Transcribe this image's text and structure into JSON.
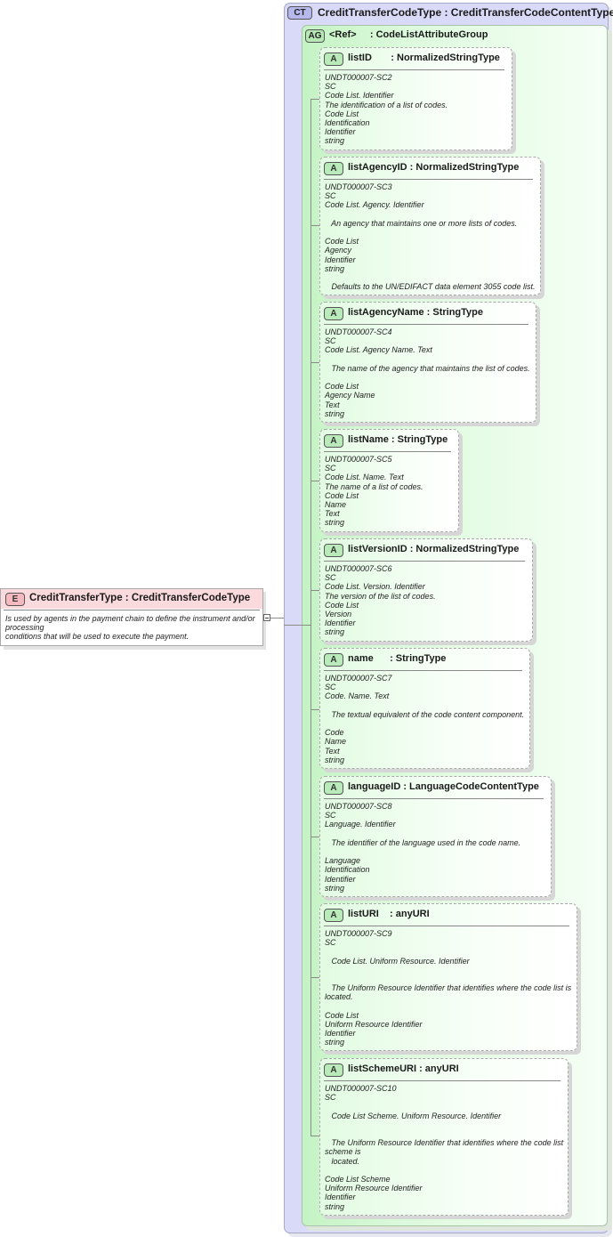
{
  "complex_type": {
    "badge": "CT",
    "title": "CreditTransferCodeType : CreditTransferCodeContentType"
  },
  "attribute_group": {
    "badge": "AG",
    "title": "<Ref>     : CodeListAttributeGroup"
  },
  "element": {
    "badge": "E",
    "title": "CreditTransferType : CreditTransferCodeType",
    "documentation": "Is used by agents in the payment chain to define the instrument and/or\nprocessing\nconditions that will be used to execute the payment."
  },
  "attributes": [
    {
      "badge": "A",
      "title": "listID       : NormalizedStringType",
      "doc": "UNDT000007-SC2\nSC\nCode List. Identifier\nThe identification of a list of codes.\nCode List\nIdentification\nIdentifier\nstring"
    },
    {
      "badge": "A",
      "title": "listAgencyID : NormalizedStringType",
      "doc": "UNDT000007-SC3\nSC\nCode List. Agency. Identifier\n\n   An agency that maintains one or more lists of codes.\n\nCode List\nAgency\nIdentifier\nstring\n\n   Defaults to the UN/EDIFACT data element 3055 code list."
    },
    {
      "badge": "A",
      "title": "listAgencyName : StringType",
      "doc": "UNDT000007-SC4\nSC\nCode List. Agency Name. Text\n\n   The name of the agency that maintains the list of codes.\n\nCode List\nAgency Name\nText\nstring"
    },
    {
      "badge": "A",
      "title": "listName : StringType",
      "doc": "UNDT000007-SC5\nSC\nCode List. Name. Text\nThe name of a list of codes.\nCode List\nName\nText\nstring"
    },
    {
      "badge": "A",
      "title": "listVersionID : NormalizedStringType",
      "doc": "UNDT000007-SC6\nSC\nCode List. Version. Identifier\nThe version of the list of codes.\nCode List\nVersion\nIdentifier\nstring"
    },
    {
      "badge": "A",
      "title": "name      : StringType",
      "doc": "UNDT000007-SC7\nSC\nCode. Name. Text\n\n   The textual equivalent of the code content component.\n\nCode\nName\nText\nstring"
    },
    {
      "badge": "A",
      "title": "languageID : LanguageCodeContentType",
      "doc": "UNDT000007-SC8\nSC\nLanguage. Identifier\n\n   The identifier of the language used in the code name.\n\nLanguage\nIdentification\nIdentifier\nstring"
    },
    {
      "badge": "A",
      "title": "listURI    : anyURI",
      "doc": "UNDT000007-SC9\nSC\n\n   Code List. Uniform Resource. Identifier\n\n\n   The Uniform Resource Identifier that identifies where the code list is\nlocated.\n\nCode List\nUniform Resource Identifier\nIdentifier\nstring"
    },
    {
      "badge": "A",
      "title": "listSchemeURI : anyURI",
      "doc": "UNDT000007-SC10\nSC\n\n   Code List Scheme. Uniform Resource. Identifier\n\n\n   The Uniform Resource Identifier that identifies where the code list\nscheme is\n   located.\n\nCode List Scheme\nUniform Resource Identifier\nIdentifier\nstring"
    }
  ]
}
